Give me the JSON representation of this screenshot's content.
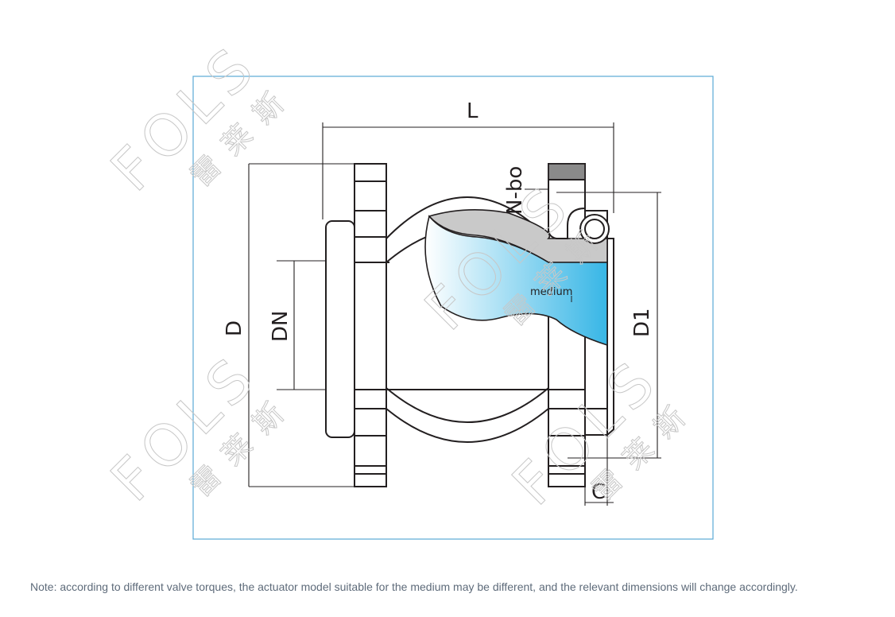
{
  "diagram": {
    "labels": {
      "length": "L",
      "outer_diameter": "D",
      "nominal_diameter": "DN",
      "bolt_circle_diameter": "D1",
      "bolts": "N-bo",
      "thickness": "C",
      "medium": "medium"
    },
    "watermark": {
      "brand": "FOLS",
      "chinese": "雷 莱 斯"
    },
    "colors": {
      "frame": "#5aa9d6",
      "medium_fill": "#37b6e6",
      "bolt_head": "#8a8a8a",
      "line": "#231f20"
    }
  },
  "note": "Note: according to different valve torques, the actuator model suitable for the medium may be different, and the relevant dimensions will change accordingly."
}
